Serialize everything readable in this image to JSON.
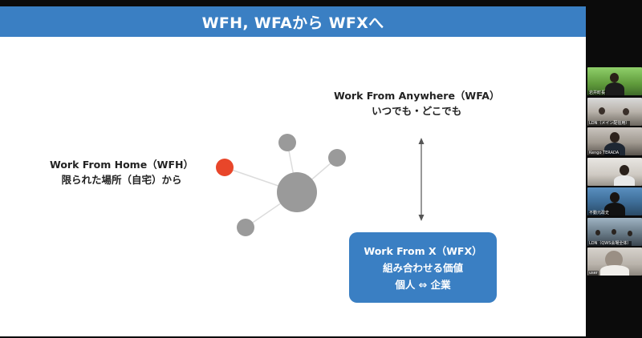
{
  "slide": {
    "title": "WFH, WFAから WFXへ",
    "wfh": {
      "line1": "Work From Home（WFH）",
      "line2": "限られた場所（自宅）から"
    },
    "wfa": {
      "line1": "Work From Anywhere（WFA）",
      "line2": "いつでも・どこでも"
    },
    "wfx": {
      "line1": "Work From X（WFX）",
      "line2": "組み合わせる価値",
      "line3": "個人 ⇔ 企業"
    }
  },
  "colors": {
    "header": "#3a7fc3",
    "box": "#3a7fc3",
    "highlight_node": "#e8462a",
    "node": "#9a9a9a"
  },
  "participants": [
    {
      "name": "岩井町長"
    },
    {
      "name": "LDN（メイン配信用）"
    },
    {
      "name": "Kengo TERADA"
    },
    {
      "name": ""
    },
    {
      "name": "不動元政史"
    },
    {
      "name": "LDN（QWS会場全体）"
    },
    {
      "name": "user"
    }
  ]
}
